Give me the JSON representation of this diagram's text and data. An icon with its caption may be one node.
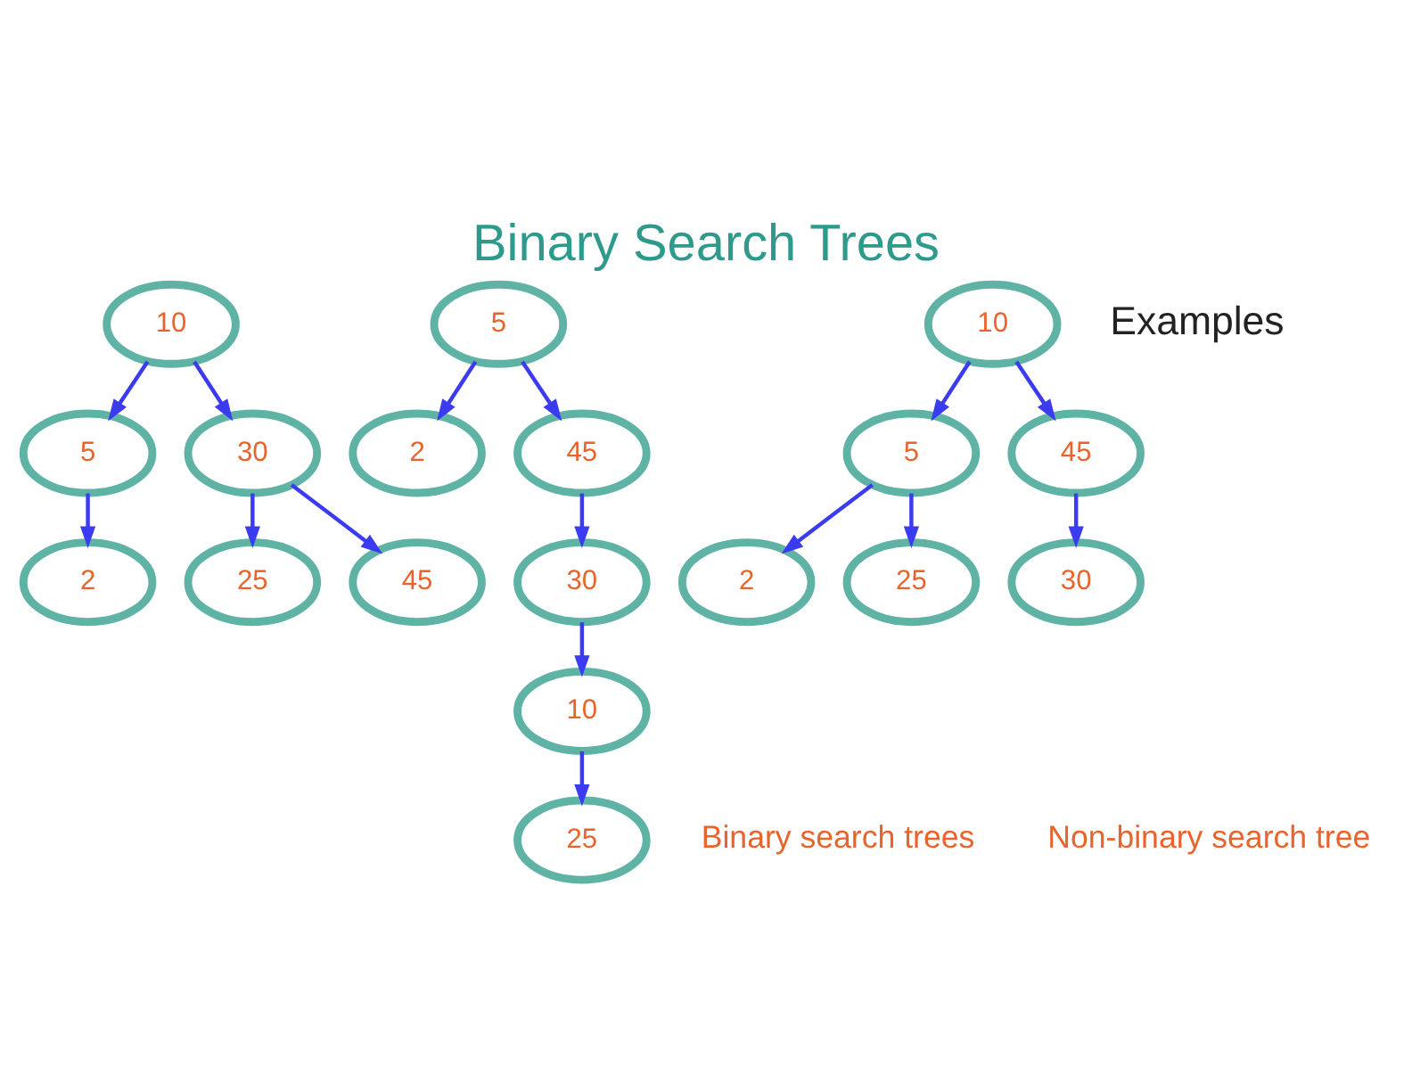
{
  "diagram": {
    "title": "Binary Search Trees",
    "nodes": [
      {
        "text": [
          "10"
        ]
      },
      {
        "text": [
          "5"
        ]
      },
      {
        "text": [
          "30"
        ]
      },
      {
        "text": [
          "2"
        ]
      },
      {
        "text": [
          "25"
        ]
      },
      {
        "text": [
          "45"
        ]
      },
      {
        "text": [
          "5"
        ]
      },
      {
        "text": [
          "2"
        ]
      },
      {
        "text": [
          "45"
        ]
      },
      {
        "text": [
          "30"
        ]
      },
      {
        "text": [
          "10"
        ]
      },
      {
        "text": [
          "25"
        ]
      },
      {
        "text": [
          "10"
        ]
      },
      {
        "text": [
          "5"
        ]
      },
      {
        "text": [
          "45"
        ]
      },
      {
        "text": [
          "2"
        ]
      },
      {
        "text": [
          "25"
        ]
      },
      {
        "text": [
          "30"
        ]
      }
    ],
    "edges": [
      {
        "from": 0,
        "to": 1,
        "arrow": "to"
      },
      {
        "from": 0,
        "to": 2,
        "arrow": "to"
      },
      {
        "from": 1,
        "to": 3,
        "arrow": "to"
      },
      {
        "from": 2,
        "to": 4,
        "arrow": "to"
      },
      {
        "from": 2,
        "to": 5,
        "arrow": "to"
      },
      {
        "from": 6,
        "to": 7,
        "arrow": "to"
      },
      {
        "from": 6,
        "to": 8,
        "arrow": "to"
      },
      {
        "from": 8,
        "to": 9,
        "arrow": "to"
      },
      {
        "from": 9,
        "to": 10,
        "arrow": "to"
      },
      {
        "from": 10,
        "to": 11,
        "arrow": "to"
      },
      {
        "from": 12,
        "to": 13,
        "arrow": "to"
      },
      {
        "from": 12,
        "to": 14,
        "arrow": "to"
      },
      {
        "from": 13,
        "to": 15,
        "arrow": "to"
      },
      {
        "from": 13,
        "to": 16,
        "arrow": "to"
      },
      {
        "from": 14,
        "to": 17,
        "arrow": "to"
      }
    ],
    "labels": [
      "Examples",
      "Binary search trees",
      "Non-binary search tree"
    ]
  }
}
